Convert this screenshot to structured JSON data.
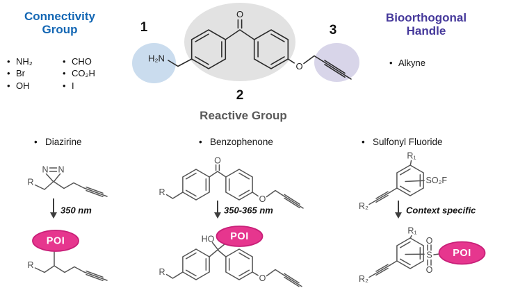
{
  "ui": {
    "bullet": "•"
  },
  "colors": {
    "connectivity_heading": "#1467b4",
    "bioorthogonal_heading": "#46399b",
    "reactive_heading": "#595959",
    "poi_fill": "#e6368e",
    "poi_stroke": "#c81f78",
    "highlight_blue": "#cadcee",
    "highlight_gray": "#e2e2e2",
    "highlight_lavender": "#d8d5e9"
  },
  "connectivity": {
    "title_line1": "Connectivity",
    "title_line2": "Group",
    "col1": [
      "NH₂",
      "Br",
      "OH"
    ],
    "col2": [
      "CHO",
      "CO₂H",
      "I"
    ]
  },
  "bioorthogonal": {
    "title_line1": "Bioorthogonal",
    "title_line2": "Handle",
    "item": "Alkyne"
  },
  "scaffold": {
    "num1": "1",
    "num2": "2",
    "num3": "3",
    "amine_label": "H₂N",
    "ketone_oxygen": "O",
    "ether_oxygen": "O"
  },
  "reactive": {
    "title": "Reactive Group",
    "poi_label": "POI",
    "diazirine": {
      "name": "Diazirine",
      "n_left": "N",
      "n_right": "N",
      "r_label": "R",
      "condition": "350 nm",
      "product_r_label": "R"
    },
    "benzophenone": {
      "name": "Benzophenone",
      "r_label": "R",
      "ketone_oxygen": "O",
      "ether_oxygen": "O",
      "condition": "350-365 nm",
      "product_r_label": "R",
      "product_hydroxyl": "HO",
      "product_ether_oxygen": "O"
    },
    "sulfonyl_fluoride": {
      "name": "Sulfonyl Fluoride",
      "r1_label": "R₁",
      "r2_label": "R₂",
      "so2f_label": "SO₂F",
      "condition": "Context specific",
      "product_r1_label": "R₁",
      "product_r2_label": "R₂",
      "sulfur_label": "S",
      "oxygen_top": "O",
      "oxygen_bottom": "O"
    }
  }
}
